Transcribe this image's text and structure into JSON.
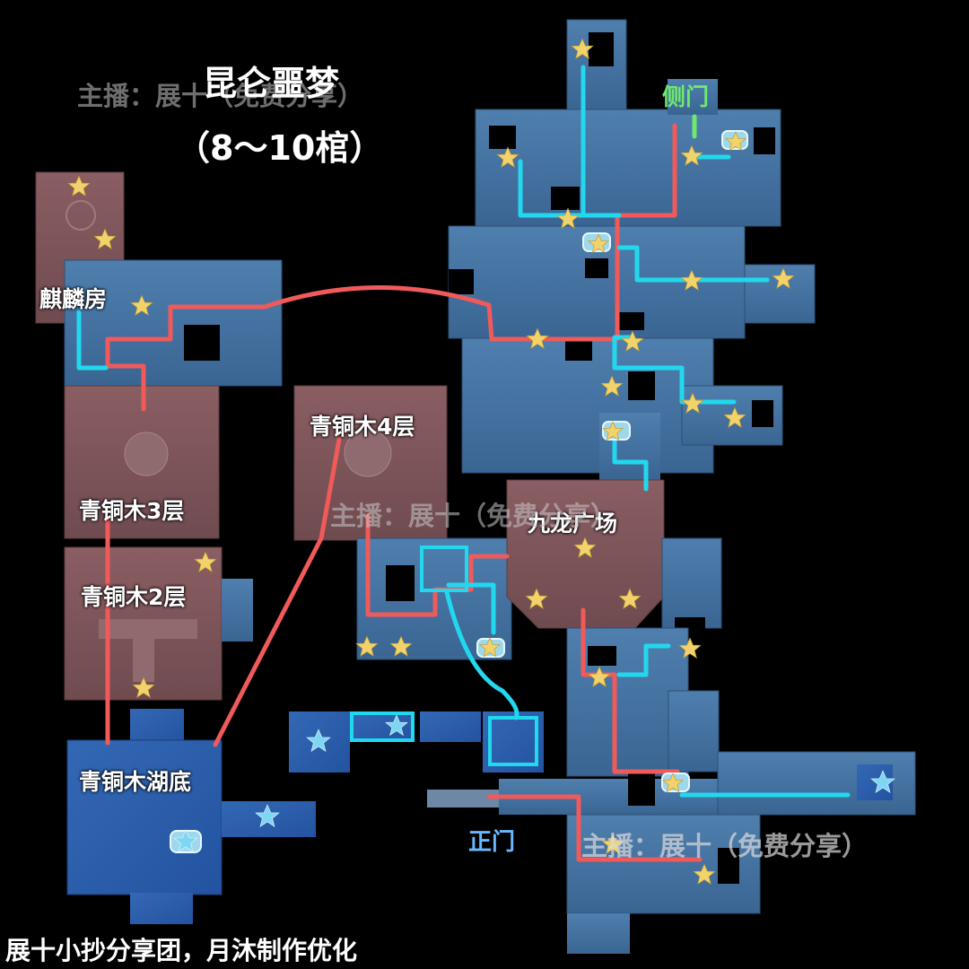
{
  "title": {
    "line1": "昆仑噩梦",
    "line2": "（8～10棺）"
  },
  "watermark": "主播：展十（免费分享）",
  "credit": "展十小抄分享团，月沐制作优化",
  "gates": {
    "side_gate": "侧门",
    "main_gate": "正门"
  },
  "rooms": {
    "qilin": "麒麟房",
    "bronze3": "青铜木3层",
    "bronze2": "青铜木2层",
    "bronze4": "青铜木4层",
    "bronze_lake": "青铜木湖底",
    "jiulong": "九龙广场"
  },
  "colors": {
    "route_red": "#f05a5a",
    "route_cyan": "#22d8ef",
    "room_blue": "#3f6f9e",
    "room_dark_blue": "#2a5aa8",
    "room_brown": "#7a5458",
    "star_gold": "#f2d26a",
    "star_cyan": "#7fd6f2",
    "gate_green": "#6ee86e",
    "gate_blue": "#69b7ff"
  },
  "icons": {
    "star": "star-icon",
    "coffin": "coffin-icon"
  }
}
